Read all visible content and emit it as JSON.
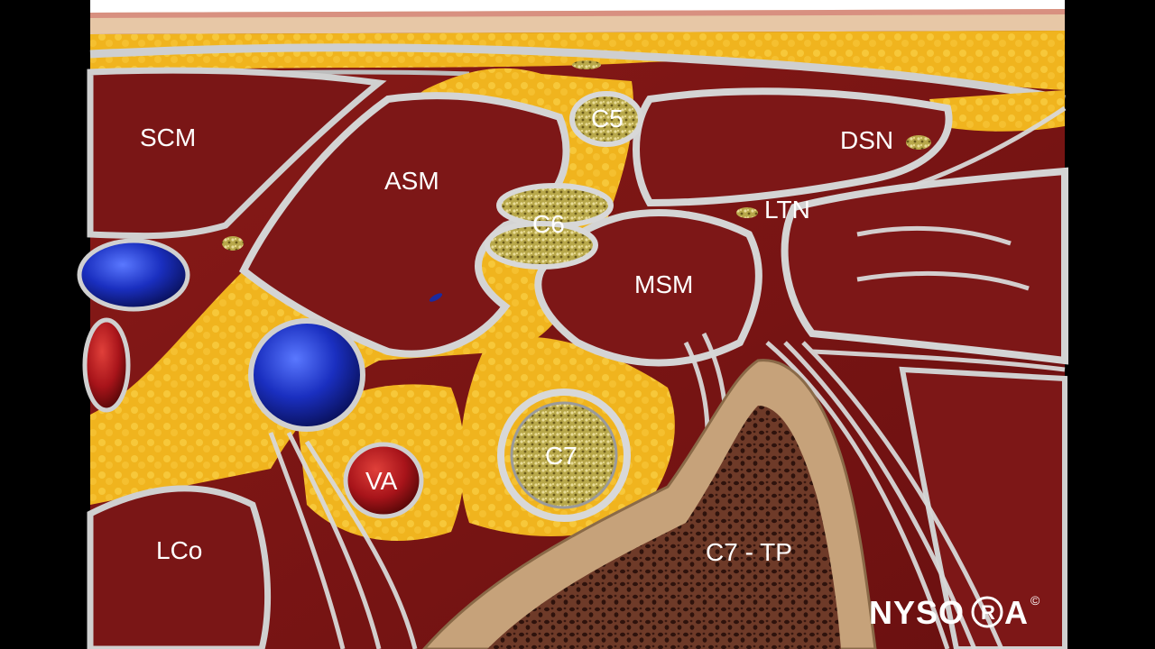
{
  "labels": {
    "scm": "SCM",
    "asm": "ASM",
    "c5": "C5",
    "c6": "C6",
    "c7": "C7",
    "dsn": "DSN",
    "ltn": "LTN",
    "msm": "MSM",
    "va": "VA",
    "lco": "LCo",
    "c7tp": "C7 - TP"
  },
  "logo": {
    "pre": "NYSO",
    "ring_letter": "R",
    "post": "A",
    "copyright": "©"
  },
  "colors": {
    "background": "#000000",
    "muscle": "#7a1414",
    "fat": "#f2b51c",
    "fascia": "#c9c9c9",
    "vein": "#1a2fc0",
    "artery": "#a8141a",
    "bone_cortex": "#c2a07a",
    "bone_marrow": "#5a2a1e",
    "nerve": "#b59d3a",
    "skin": "#ead3b8"
  }
}
